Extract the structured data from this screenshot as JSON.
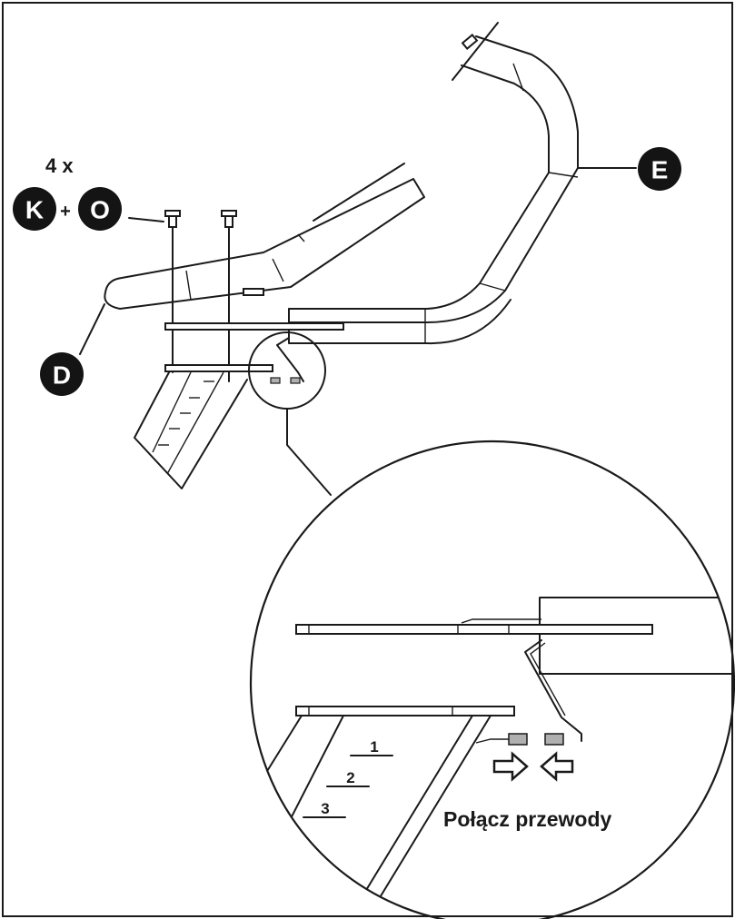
{
  "quantity": "4 x",
  "parts": {
    "bolt": "K",
    "nut": "O",
    "plus": "+",
    "arm_d": "D",
    "arm_e": "E"
  },
  "step_numbers": [
    "1",
    "2",
    "3"
  ],
  "caption": "Połącz przewody",
  "colors": {
    "ink": "#1a1a1a",
    "badge": "#141414",
    "connector": "#b0b0b0"
  }
}
